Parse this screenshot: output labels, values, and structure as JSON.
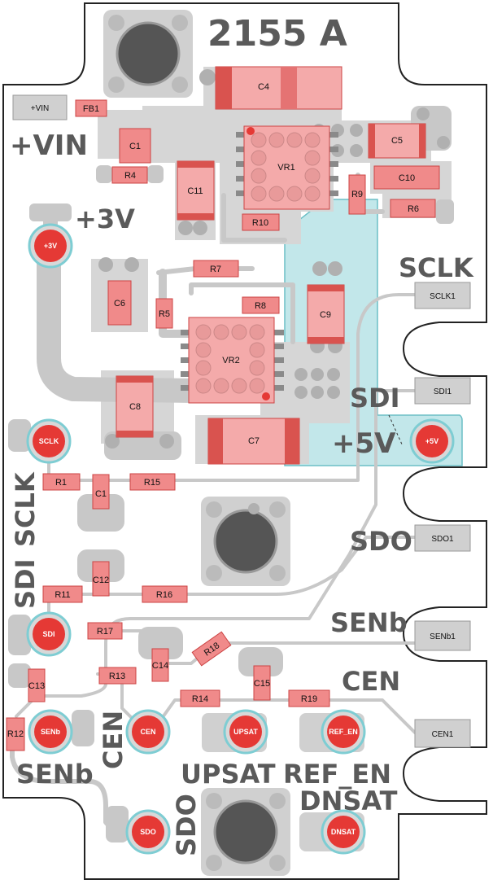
{
  "board": {
    "title": "2155 A",
    "colors": {
      "outline": "#222222",
      "trace": "#c8c8c8",
      "copper": "#d6d6d6",
      "pad_gray": "#c0c0c0",
      "part_red": "#f08a8a",
      "part_red_dark": "#d9534f",
      "testpoint_red": "#e53935",
      "teal": "#8fd3d9",
      "hole": "#555555"
    }
  },
  "labels": {
    "vin": "+VIN",
    "v3": "+3V",
    "v5": "+5V",
    "sclk": "SCLK",
    "sdi": "SDI",
    "sdo": "SDO",
    "senb_r": "SENb",
    "cen_r": "CEN",
    "sdi_v": "SDI",
    "sclk_v": "SCLK",
    "senb_b": "SENb",
    "cen_v": "CEN",
    "upsat": "UPSAT",
    "ref_en": "REF_EN",
    "dnsat": "DNSAT",
    "sdo_v": "SDO"
  },
  "pads": {
    "vin": "+VIN",
    "sclk1": "SCLK1",
    "sdi1": "SDI1",
    "sdo1": "SDO1",
    "senb1": "SENb1",
    "cen1": "CEN1"
  },
  "testpoints": {
    "v3": "+3V",
    "v5": "+5V",
    "sclk": "SCLK",
    "sdi": "SDI",
    "senb": "SENb",
    "cen": "CEN",
    "upsat": "UPSAT",
    "ref_en": "REF_EN",
    "sdo": "SDO",
    "dnsat": "DNSAT"
  },
  "parts": {
    "fb1": "FB1",
    "c1a": "C1",
    "r4": "R4",
    "c4": "C4",
    "c5": "C5",
    "c10": "C10",
    "r9": "R9",
    "r6": "R6",
    "vr1": "VR1",
    "c11": "C11",
    "r10": "R10",
    "r7": "R7",
    "c6": "C6",
    "r5": "R5",
    "r8": "R8",
    "c9": "C9",
    "vr2": "VR2",
    "c8": "C8",
    "c7": "C7",
    "r1": "R1",
    "c1b": "C1",
    "r15": "R15",
    "c12": "C12",
    "r11": "R11",
    "r16": "R16",
    "r17": "R17",
    "r18": "R18",
    "c14": "C14",
    "r13": "R13",
    "c13": "C13",
    "c15": "C15",
    "r14": "R14",
    "r19": "R19",
    "r12": "R12"
  }
}
